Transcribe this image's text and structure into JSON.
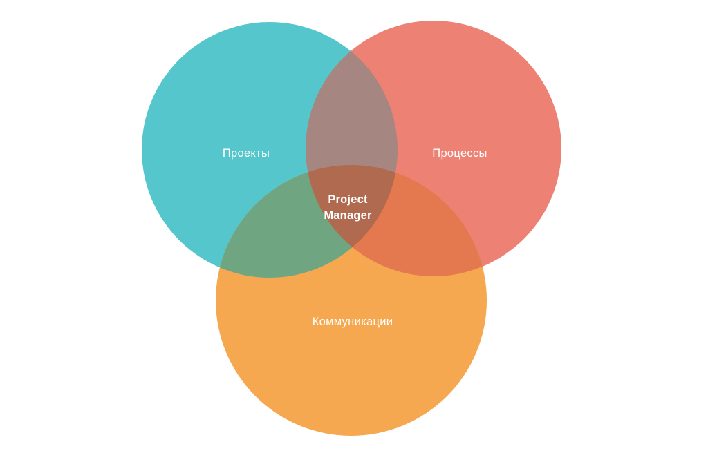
{
  "diagram": {
    "type": "venn",
    "background": "#ffffff",
    "label_color": "#ffffff",
    "sets": [
      {
        "id": "projects",
        "label": "Проекты",
        "color": "#55C6CB"
      },
      {
        "id": "processes",
        "label": "Процессы",
        "color": "#ED8174"
      },
      {
        "id": "communications",
        "label": "Коммуникации",
        "color": "#F6A851"
      }
    ],
    "overlaps": [
      {
        "between": [
          "Проекты",
          "Процессы"
        ],
        "color": "#A58680"
      },
      {
        "between": [
          "Проекты",
          "Коммуникации"
        ],
        "color": "#6FA580"
      },
      {
        "between": [
          "Процессы",
          "Коммуникации"
        ],
        "color": "#E4784F"
      },
      {
        "between": [
          "Проекты",
          "Процессы",
          "Коммуникации"
        ],
        "color": "#AF6A50",
        "label": "Project Manager"
      }
    ],
    "center_label": {
      "line1": "Project",
      "line2": "Manager",
      "color": "#ffffff"
    }
  }
}
